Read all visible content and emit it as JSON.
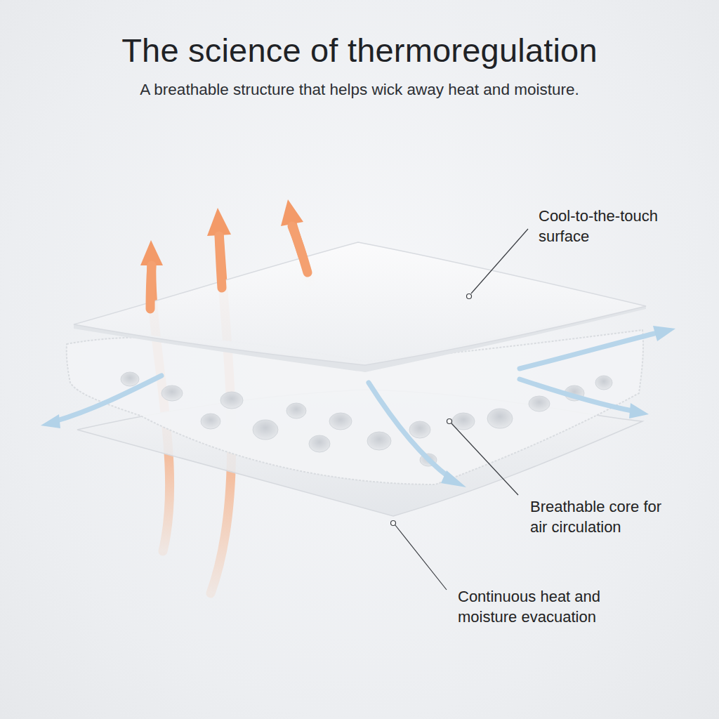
{
  "diagram": {
    "title": "The science of thermoregulation",
    "caption": "A breathable structure that helps wick away heat and moisture.",
    "labels": [
      "Cool-to-the-touch surface",
      "Breathable core for air circulation",
      "Continuous heat and moisture evacuation"
    ]
  }
}
